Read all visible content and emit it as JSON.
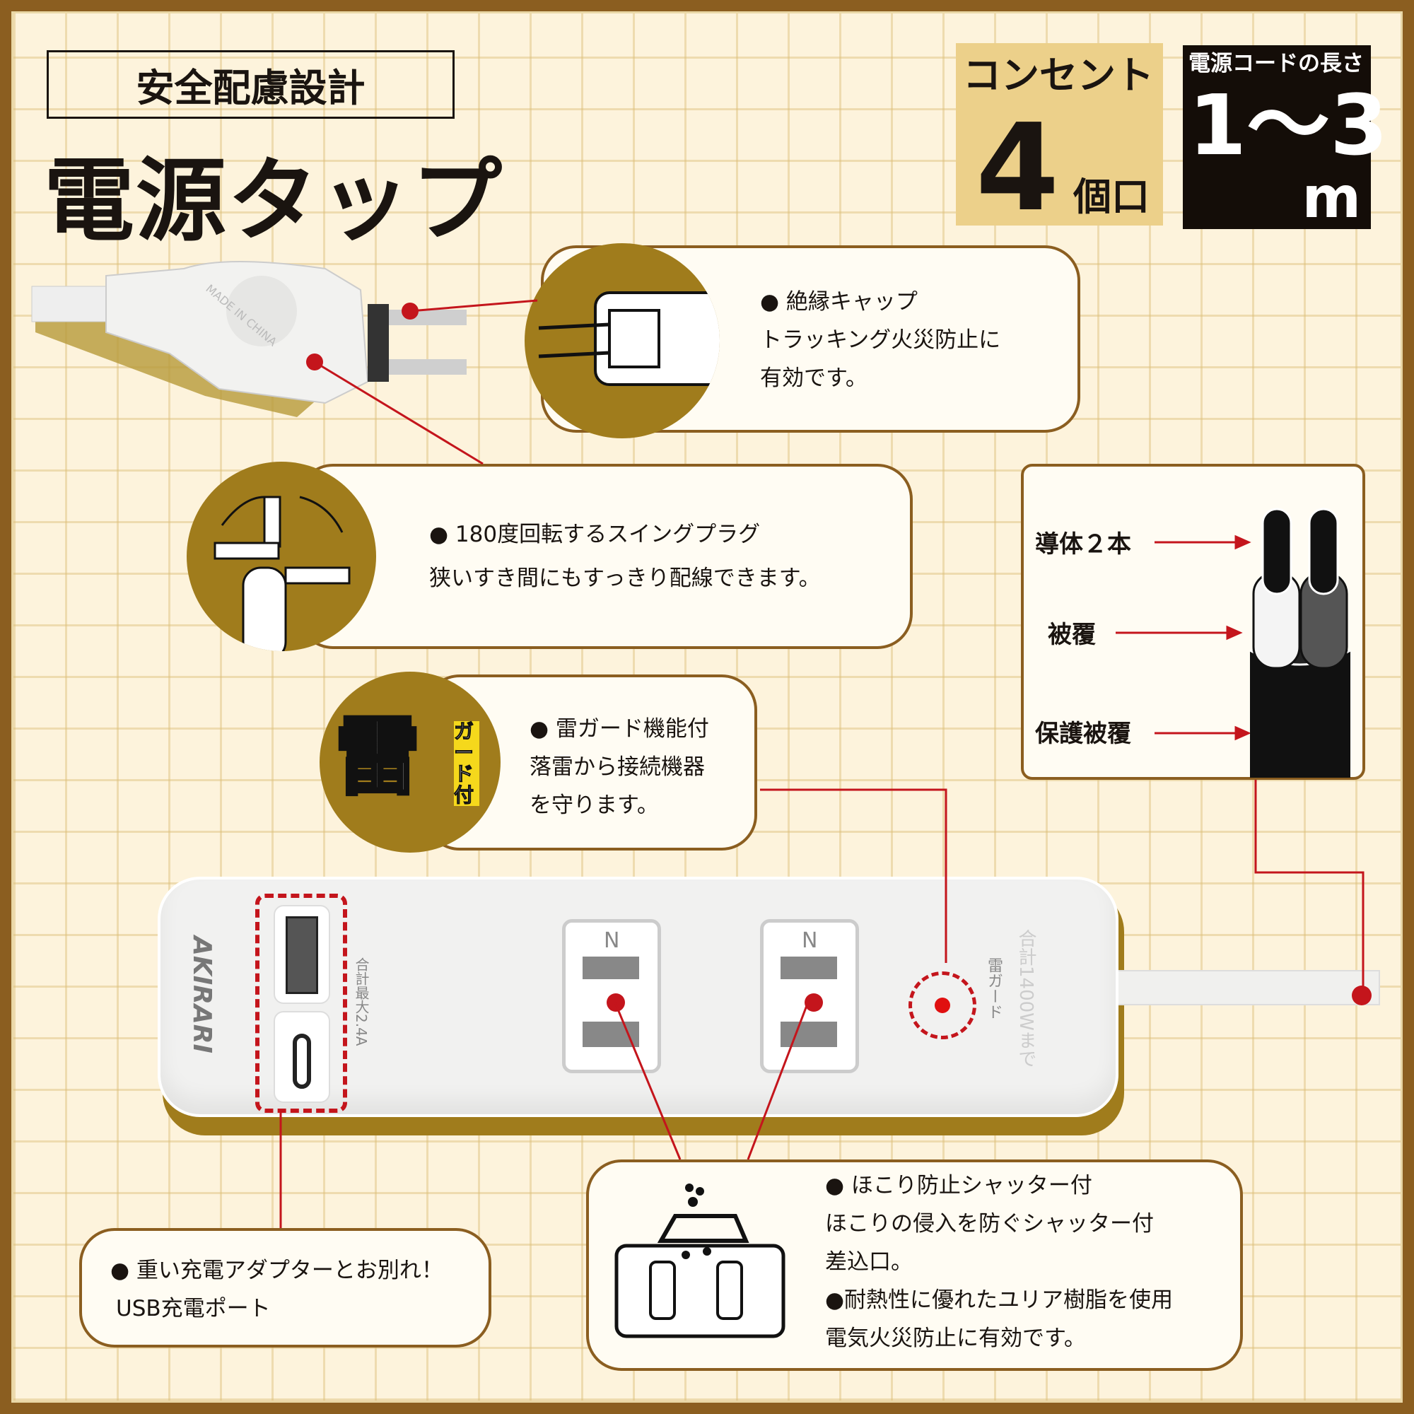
{
  "header": {
    "badge": "安全配慮設計",
    "title": "電源タップ"
  },
  "outlets": {
    "label": "コンセント",
    "count": "4",
    "unit": "個口"
  },
  "cord": {
    "label": "電源コードの長さ",
    "range": "1〜3",
    "unit": "m"
  },
  "plug": {
    "imprint": "MADE IN CHINA"
  },
  "features": [
    {
      "lines": [
        "●  絶縁キャップ",
        "トラッキング火災防止に",
        "有効です。"
      ]
    },
    {
      "lines": [
        "●  180度回転するスイングプラグ",
        "狭いすき間にもすっきり配線できます。"
      ]
    },
    {
      "lines": [
        "●  雷ガード機能付",
        "落雷から接続機器",
        "を守ります。"
      ],
      "icon_char": "雷",
      "icon_sub": "ガード付"
    },
    {
      "lines": [
        "●  重い充電アダプターとお別れ！",
        "USB充電ポート"
      ]
    },
    {
      "lines": [
        "●  ほこり防止シャッター付",
        "ほこりの侵入を防ぐシャッター付",
        "差込口。",
        "●耐熱性に優れたユリア樹脂を使用",
        "電気火災防止に有効です。"
      ]
    }
  ],
  "cable": {
    "labels": [
      "導体２本",
      "被覆",
      "保護被覆"
    ]
  },
  "strip": {
    "brand": "AKIRARI",
    "usb_note": "合計最大2.4A",
    "outlet_mark": "N",
    "guard_label": "雷ガード",
    "rating": "合計1400Wまで"
  },
  "colors": {
    "frame": "#8b5e20",
    "accent": "#c4151c",
    "gold": "#a07c1c",
    "bg": "#fdf3dc"
  }
}
